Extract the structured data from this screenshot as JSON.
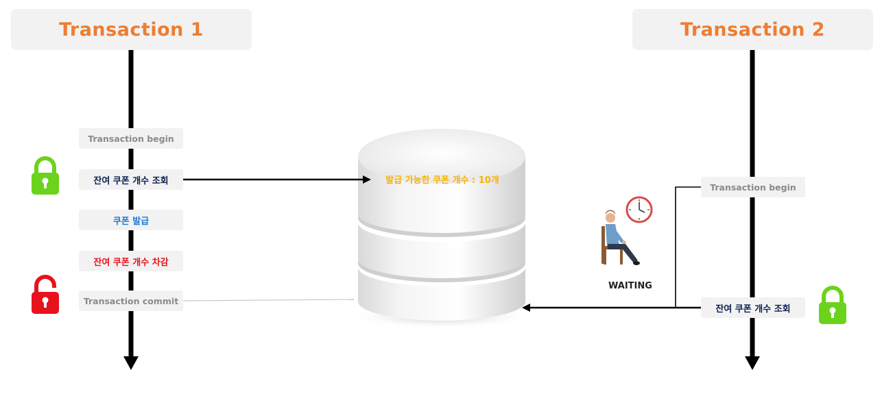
{
  "transaction1": {
    "title": "Transaction 1",
    "steps": {
      "begin": "Transaction begin",
      "select": "잔여 쿠폰 개수 조회",
      "issue": "쿠폰 발급",
      "decrement": "잔여 쿠폰 개수 차감",
      "commit": "Transaction commit"
    }
  },
  "transaction2": {
    "title": "Transaction 2",
    "steps": {
      "begin": "Transaction begin",
      "select": "잔여 쿠폰 개수 조회"
    },
    "status": "WAITING"
  },
  "database": {
    "label": "발급 가능한 쿠폰 개수 : 10개"
  },
  "colors": {
    "title": "#ee7d31",
    "lock_acquired": "#6bd31c",
    "lock_released": "#e8121c",
    "db_label": "#f6b300"
  }
}
